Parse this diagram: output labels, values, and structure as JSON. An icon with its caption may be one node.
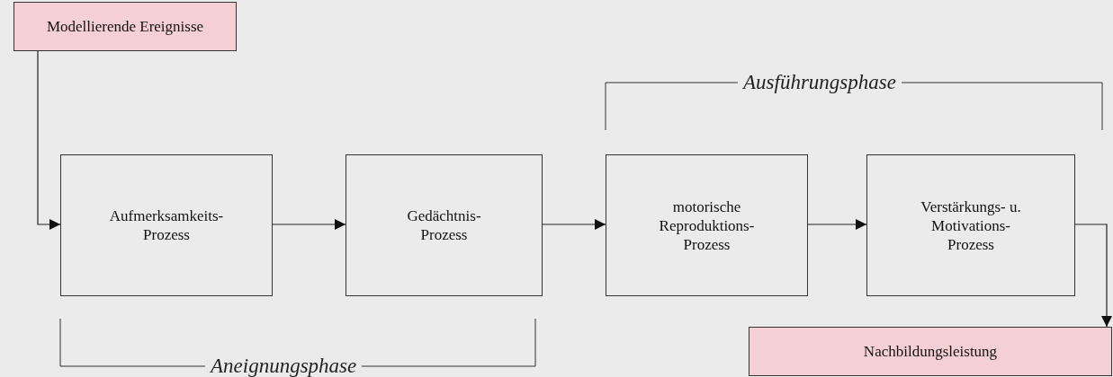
{
  "diagram": {
    "nodes": [
      {
        "text": [
          "Modellierende Ereignisse"
        ]
      },
      {
        "text": [
          "Aufmerksamkeits- Prozess"
        ]
      },
      {
        "text": [
          "Gedächtnis- Prozess"
        ]
      },
      {
        "text": [
          "motorische Reproduktions- Prozess"
        ]
      },
      {
        "text": [
          "Verstärkungs- u. Motivations- Prozess"
        ]
      },
      {
        "text": [
          "Nachbildungsleistung"
        ]
      }
    ],
    "edges": [
      {
        "from": 0,
        "to": 1,
        "arrow": "to"
      },
      {
        "from": 1,
        "to": 2,
        "arrow": "to"
      },
      {
        "from": 2,
        "to": 3,
        "arrow": "to"
      },
      {
        "from": 3,
        "to": 4,
        "arrow": "to"
      },
      {
        "from": 4,
        "to": 5,
        "arrow": "to"
      }
    ],
    "labels": [
      "Ausführungsphase",
      "Aneignungsphase"
    ]
  }
}
